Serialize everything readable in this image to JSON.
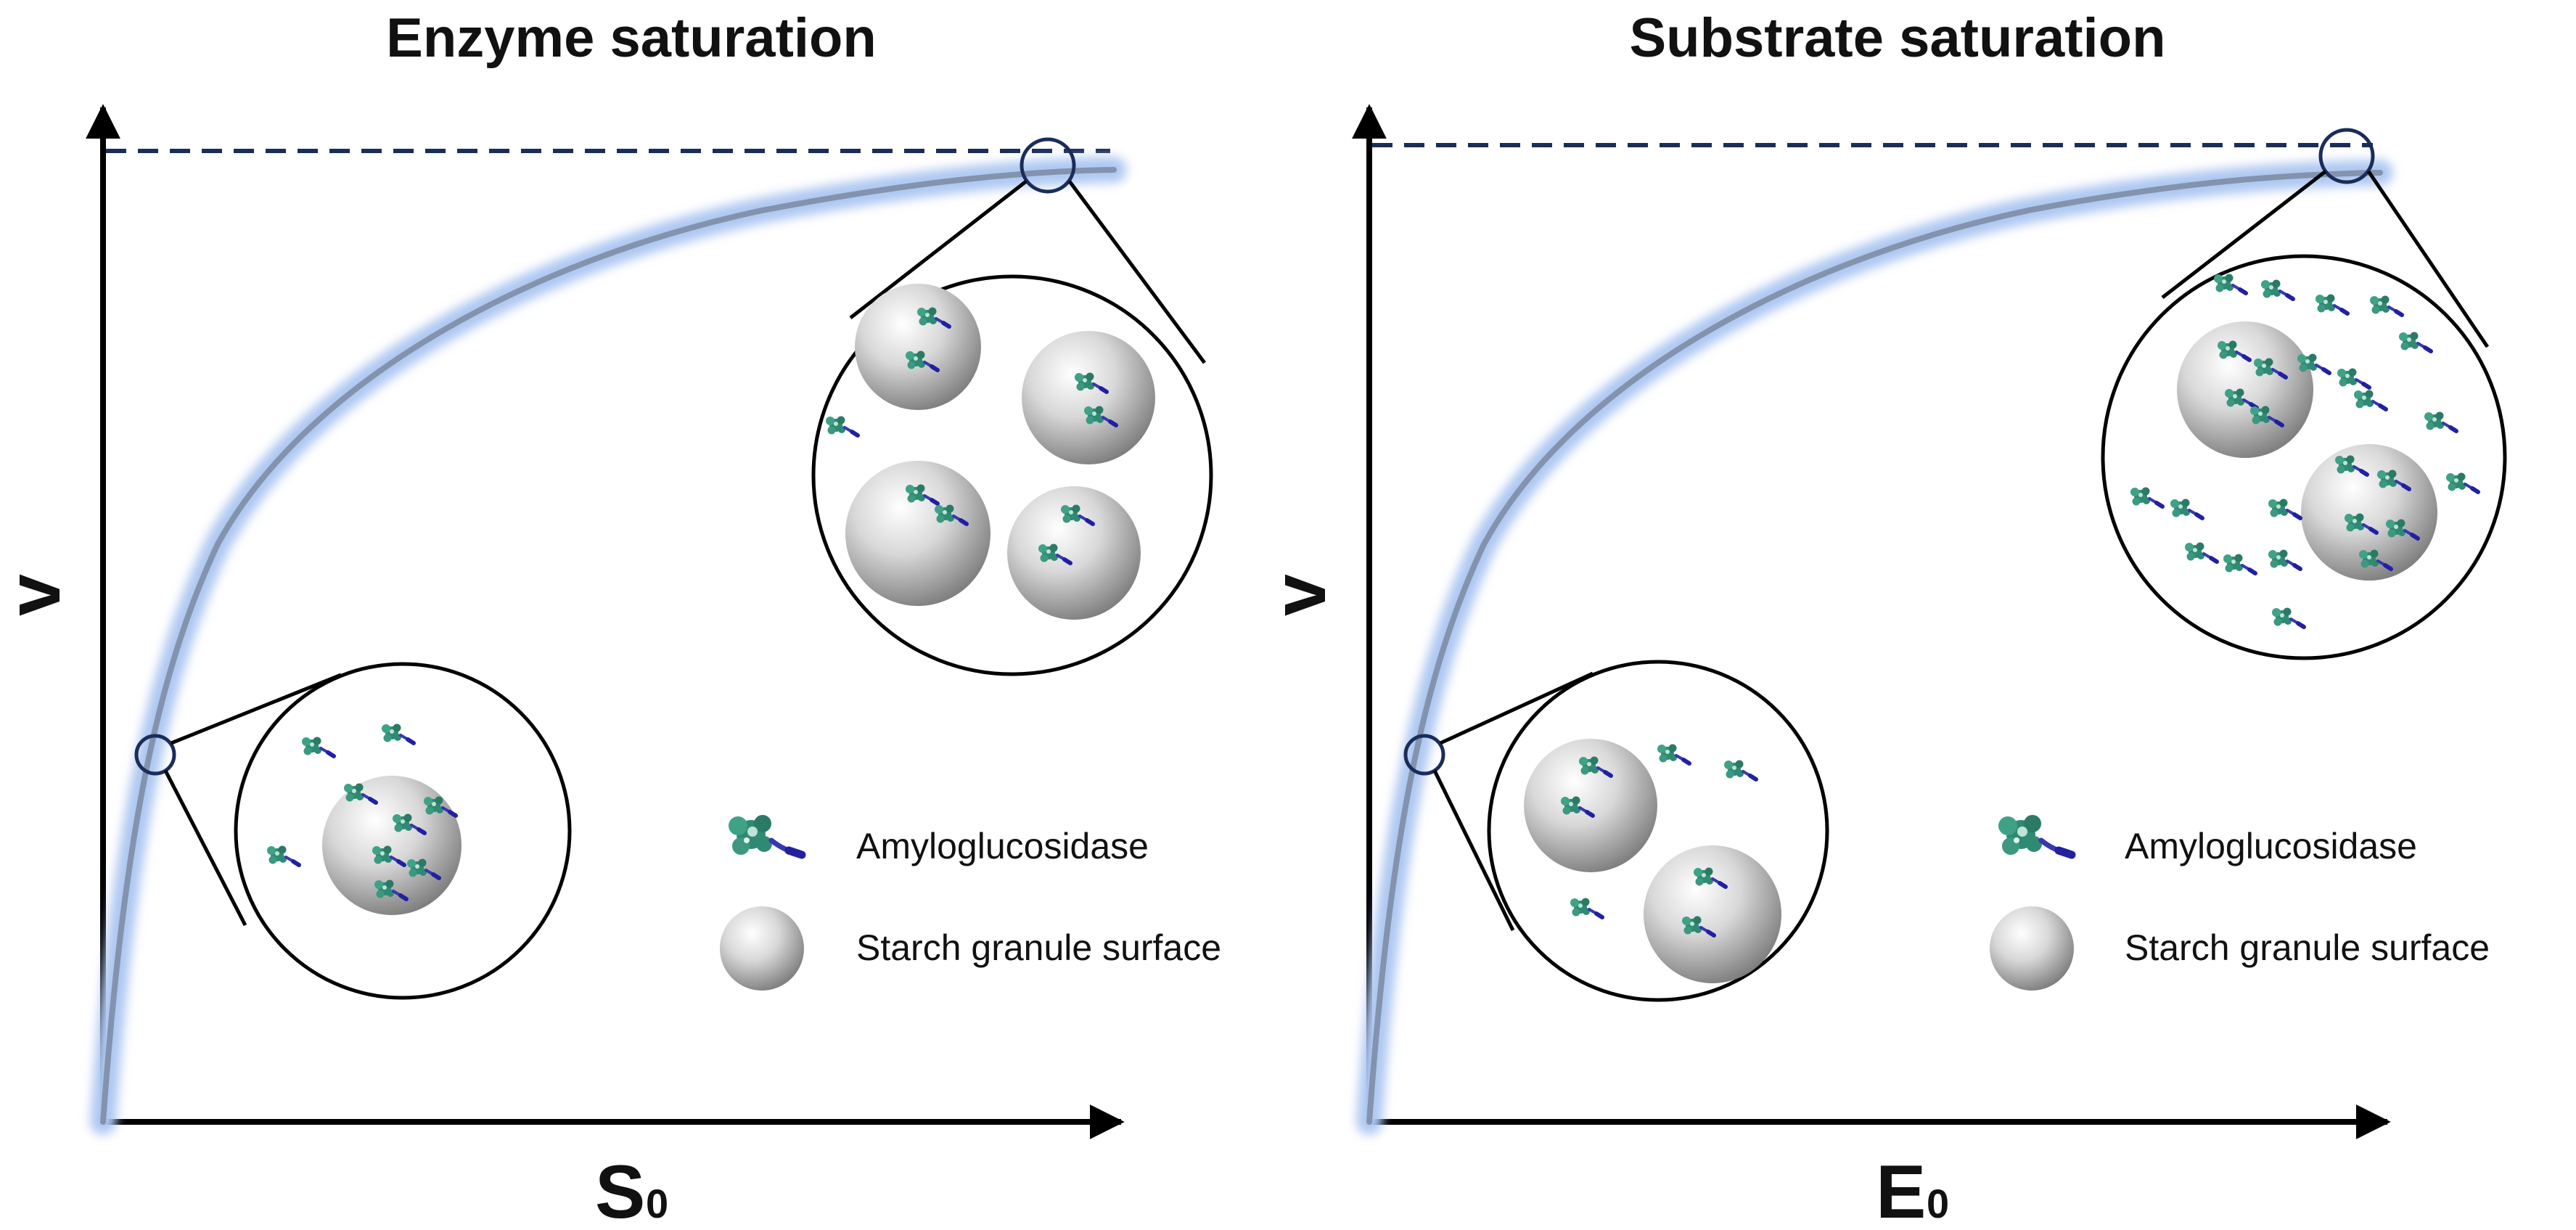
{
  "panels": [
    {
      "title": "Enzyme saturation",
      "y_label": "v",
      "x_label_main": "S",
      "x_label_sub": "0",
      "legend": {
        "enzyme": "Amyloglucosidase",
        "granule": "Starch granule surface"
      }
    },
    {
      "title": "Substrate saturation",
      "y_label": "v",
      "x_label_main": "E",
      "x_label_sub": "0",
      "legend": {
        "enzyme": "Amyloglucosidase",
        "granule": "Starch granule surface"
      }
    }
  ],
  "colors": {
    "curve_glow": "#aec8f2",
    "curve_core": "#8393ad",
    "asymptote": "#1a2d5a",
    "axis": "#000000",
    "enzyme_green": "#2f8a73",
    "enzyme_tail": "#2f2fa8",
    "granule_light": "#ffffff",
    "granule_dark": "#8a8a8a"
  },
  "icons": {
    "enzyme": "amyloglucosidase-protein-icon",
    "granule": "starch-granule-sphere-icon"
  }
}
